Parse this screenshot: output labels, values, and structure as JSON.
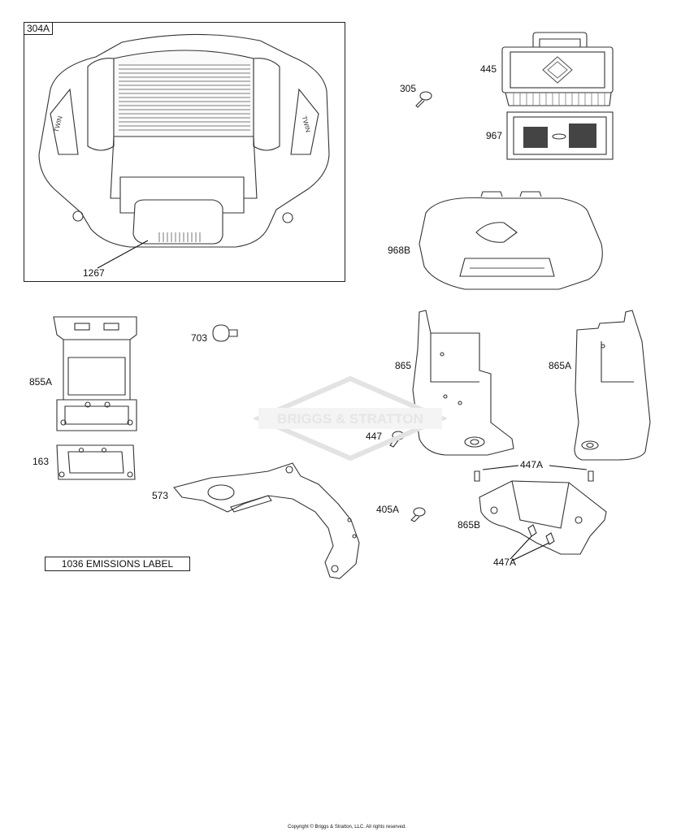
{
  "callouts": {
    "c304A": "304A",
    "c1267": "1267",
    "c305": "305",
    "c445": "445",
    "c967": "967",
    "c968B": "968B",
    "c855A": "855A",
    "c163": "163",
    "c703": "703",
    "c865": "865",
    "c865A": "865A",
    "c447": "447",
    "c447A_top": "447A",
    "c405A": "405A",
    "c573": "573",
    "c865B": "865B",
    "c447A_bottom": "447A"
  },
  "emissions_label": "1036 EMISSIONS LABEL",
  "cover_badge_text": "TWIN",
  "watermark": "BRIGGS & STRATTON",
  "copyright": "Copyright © Briggs & Stratton, LLC. All rights reserved."
}
